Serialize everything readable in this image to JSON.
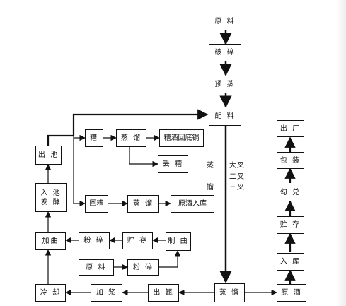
{
  "nodes": {
    "yuanliao_top": "原 料",
    "posui_top": "破 碎",
    "yuzheng": "预 蒸",
    "peiliao": "配 料",
    "chufang": "出 厂",
    "baozhuang": "包 装",
    "goudui": "勾 兑",
    "zhucun_right": "贮 存",
    "ruku": "入 库",
    "yuanjiu": "原 酒",
    "chuchi": "出 池",
    "ruchi_fajiao": "入 池\n发 酵",
    "jiaqu": "加曲",
    "fensui_mid": "粉 碎",
    "zhucun_mid": "贮 存",
    "zhiqu": "制 曲",
    "yuanliao_bottom": "原 料",
    "fensui_bottom": "粉 碎",
    "lengque": "冷 却",
    "jiajiang": "加 浆",
    "chuzeng": "出 甑",
    "zhengliu_bottom": "蒸 馏",
    "zao": "糟",
    "zhengliu_upper": "蒸 馏",
    "zaojiu_huigou": "糟酒回底锅",
    "diuzao": "丢 糟",
    "huizao": "回糟",
    "zhengliu_mid": "蒸 馏",
    "yuanjiu_ruku": "原酒入库"
  },
  "labels": {
    "zheng_left": "蒸",
    "fen_left": "馏",
    "dacha": "大叉",
    "ercha": "二叉",
    "sancha": "三叉"
  }
}
